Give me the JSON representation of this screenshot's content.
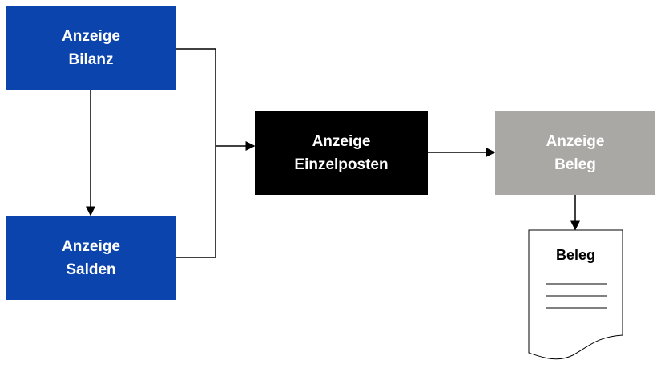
{
  "nodes": {
    "bilanz": "Anzeige\nBilanz",
    "salden": "Anzeige\nSalden",
    "einzelposten": "Anzeige\nEinzelposten",
    "beleg": "Anzeige\nBeleg"
  },
  "document": {
    "title": "Beleg"
  },
  "colors": {
    "blue": "#0A44AC",
    "black": "#000000",
    "gray": "#A9A8A4"
  }
}
